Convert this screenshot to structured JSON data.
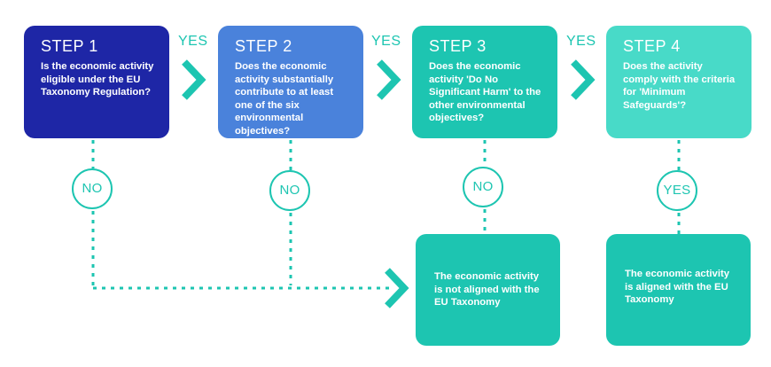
{
  "steps": [
    {
      "title": "STEP 1",
      "question": "Is the economic activity eligible under the EU Taxonomy Regulation?"
    },
    {
      "title": "STEP 2",
      "question": "Does the economic activity substantially contribute to at least one of the six environmental objectives?"
    },
    {
      "title": "STEP 3",
      "question": "Does the economic activity 'Do No Significant Harm' to the other environmental objectives?"
    },
    {
      "title": "STEP 4",
      "question": "Does the activity comply with the criteria for 'Minimum Safeguards'?"
    }
  ],
  "connectors": {
    "yes1": "YES",
    "yes2": "YES",
    "yes3": "YES",
    "no1": "NO",
    "no2": "NO",
    "no3": "NO",
    "yes4": "YES"
  },
  "outcomes": {
    "not_aligned": "The economic activity is not aligned with the EU Taxonomy",
    "aligned": "The economic activity is aligned with the EU Taxonomy"
  },
  "colors": {
    "step1": "#1e26a6",
    "step2": "#4a82db",
    "step3": "#1dc5b1",
    "step4": "#48dac8",
    "accent": "#1dc5b1"
  }
}
